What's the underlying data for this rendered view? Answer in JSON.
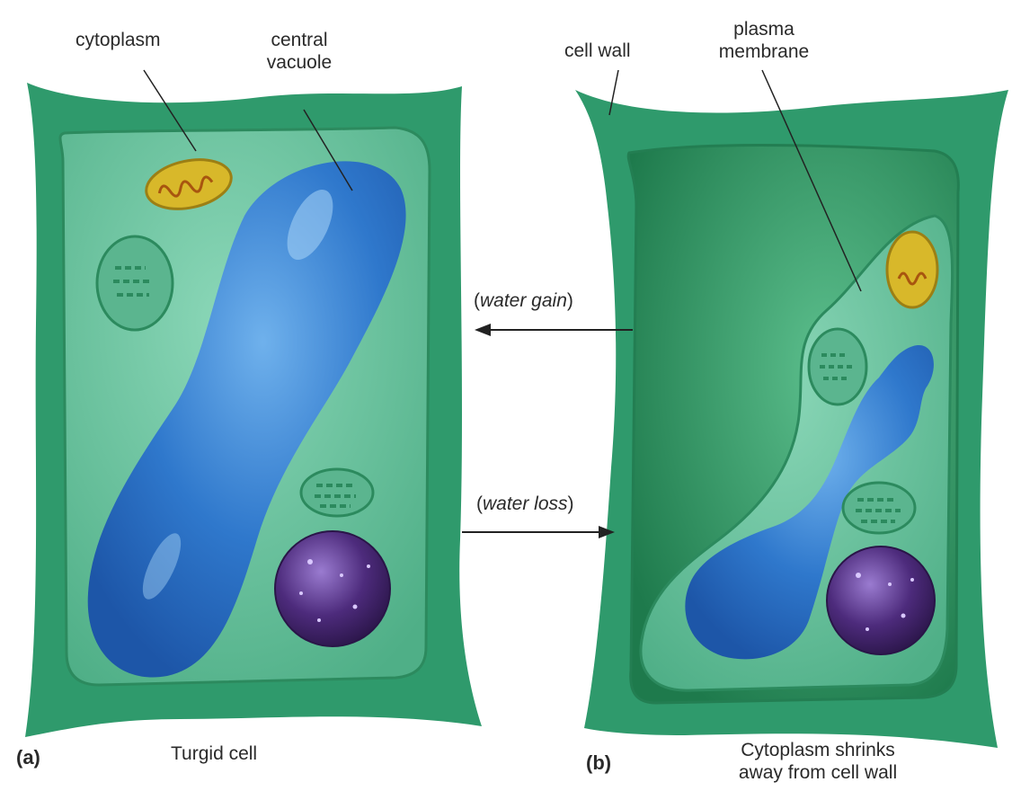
{
  "panels": [
    {
      "letter": "(a)",
      "caption": "Turgid cell",
      "labels": {
        "cytoplasm": "cytoplasm",
        "central_vacuole": [
          "central",
          "vacuole"
        ]
      }
    },
    {
      "letter": "(b)",
      "caption": [
        "Cytoplasm shrinks",
        "away from cell wall"
      ],
      "labels": {
        "cell_wall": "cell wall",
        "plasma_membrane": [
          "plasma",
          "membrane"
        ]
      }
    }
  ],
  "arrows": {
    "water_gain": {
      "word": "water gain",
      "direction": "left"
    },
    "water_loss": {
      "word": "water loss",
      "direction": "right"
    }
  },
  "colors": {
    "cell_wall": "#2f9a6c",
    "cytoplasm": "#66c29e",
    "vacuole": "#2d73c8",
    "nucleus": "#4b2a78",
    "mitochondrion": "#d8b82a"
  }
}
